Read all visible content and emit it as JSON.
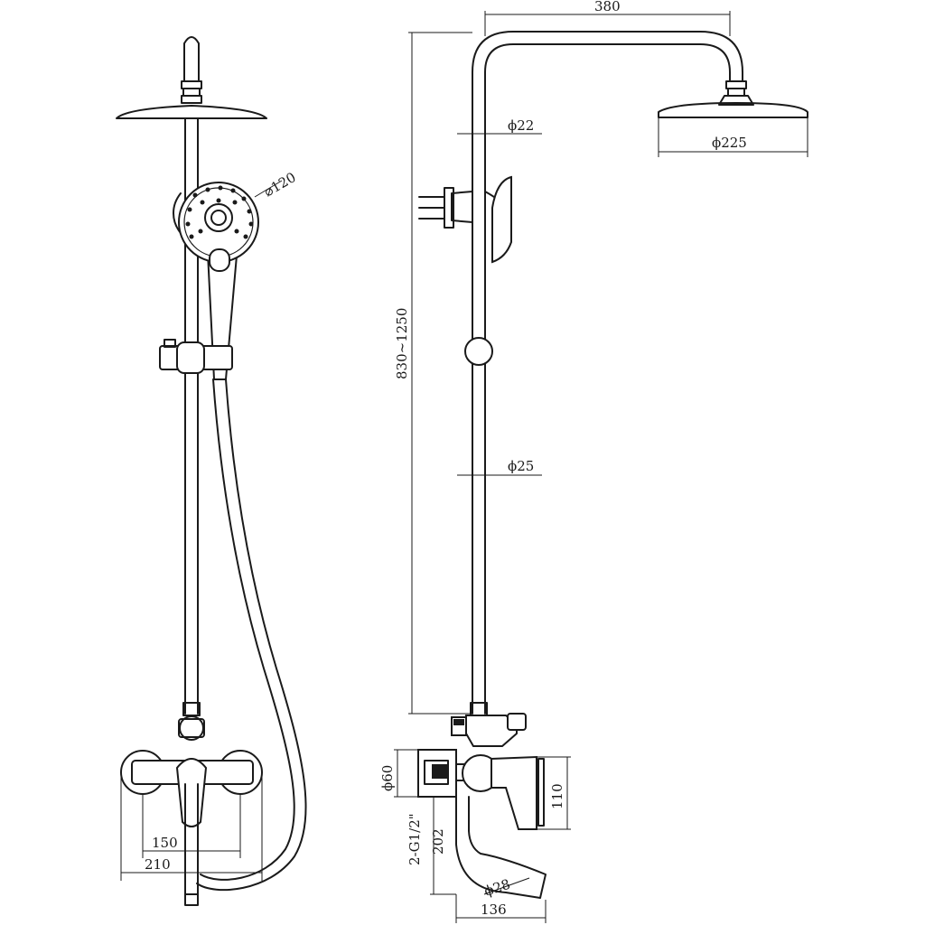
{
  "dimensions": {
    "handshower_diameter": "⌀120",
    "arm_length": "380",
    "upper_pipe_diameter": "ϕ22",
    "head_diameter": "ϕ225",
    "height_range": "830~1250",
    "lower_pipe_diameter": "ϕ25",
    "mixer_body_diameter": "ϕ60",
    "mixer_height": "110",
    "inlet_thread": "2-G1/2\"",
    "spout_height": "202",
    "spout_diameter": "ϕ28",
    "spout_length": "136",
    "inlet_spacing": "150",
    "mixer_width": "210"
  }
}
